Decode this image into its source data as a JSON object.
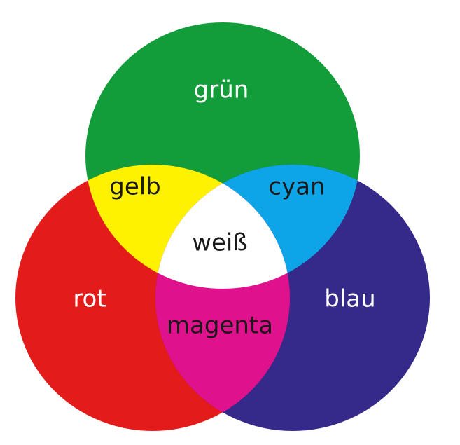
{
  "diagram": {
    "labels": {
      "green": "grün",
      "red": "rot",
      "blue": "blau",
      "yellow": "gelb",
      "cyan": "cyan",
      "magenta": "magenta",
      "white": "weiß"
    },
    "colors": {
      "green": "#139d3a",
      "red": "#e41b1b",
      "blue": "#352a8a",
      "yellow": "#fff200",
      "cyan": "#0ea5e8",
      "magenta": "#e0118c",
      "white": "#ffffff",
      "text_light": "#ffffff",
      "text_dark": "#1a1a1a",
      "background": "#ffffff"
    }
  }
}
